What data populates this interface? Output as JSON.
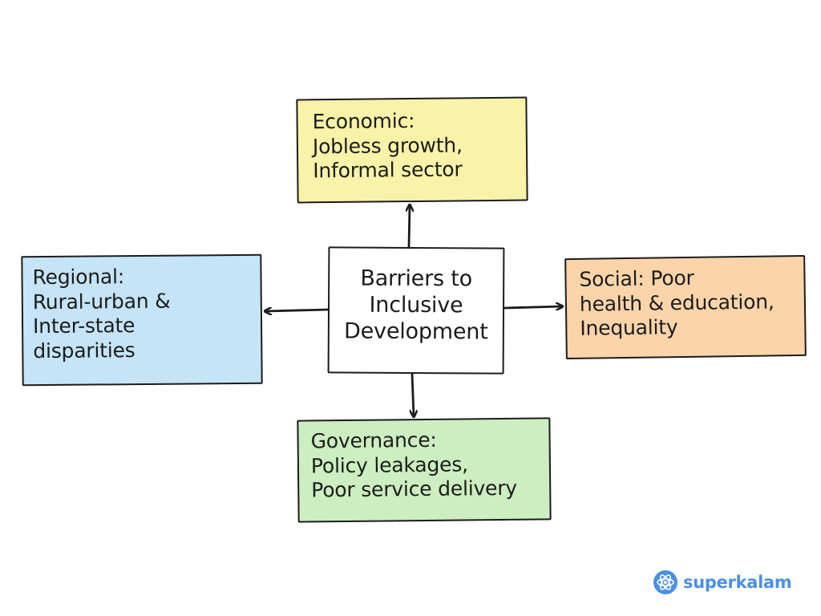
{
  "diagram": {
    "center": {
      "lines": [
        "Barriers to",
        "Inclusive",
        "Development"
      ]
    },
    "nodes": {
      "economic": {
        "lines": [
          "Economic:",
          "Jobless growth,",
          "Informal sector"
        ],
        "color": "#f9f3a9"
      },
      "regional": {
        "lines": [
          "Regional:",
          "Rural-urban &",
          "Inter-state",
          "disparities"
        ],
        "color": "#c6e4f7"
      },
      "social": {
        "lines": [
          "Social: Poor",
          "health & education,",
          "Inequality"
        ],
        "color": "#fbd4aa"
      },
      "governance": {
        "lines": [
          "Governance:",
          "Policy leakages,",
          "Poor service delivery"
        ],
        "color": "#cdeec0"
      }
    },
    "edges": [
      {
        "from": "center",
        "to": "economic"
      },
      {
        "from": "center",
        "to": "regional"
      },
      {
        "from": "center",
        "to": "social"
      },
      {
        "from": "center",
        "to": "governance"
      }
    ]
  },
  "branding": {
    "name": "superkalam",
    "color": "#4a8fe7",
    "icon": "atom-icon"
  }
}
